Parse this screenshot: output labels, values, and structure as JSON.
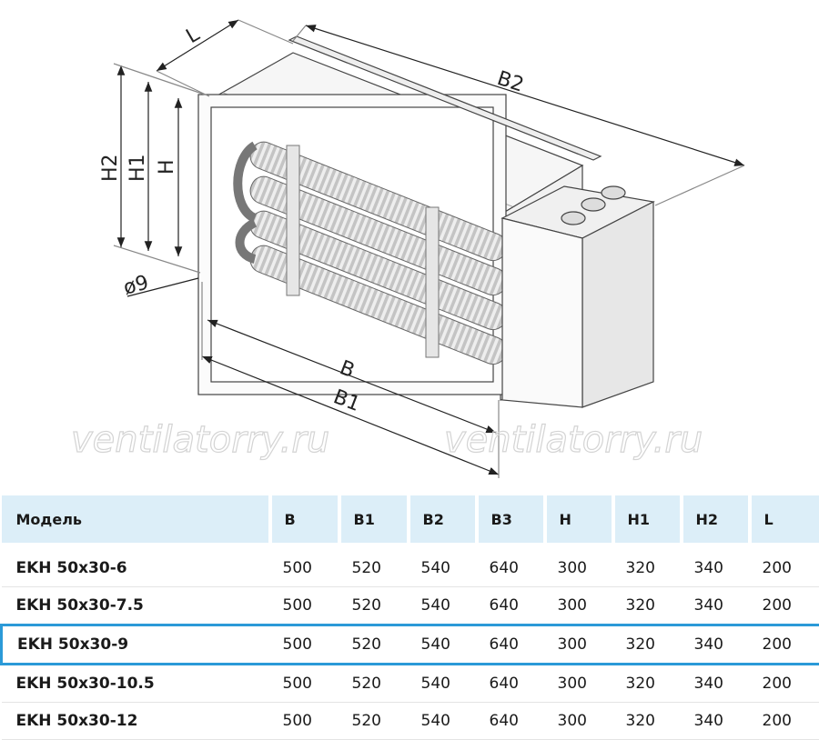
{
  "drawing": {
    "labels": {
      "L": "L",
      "B2": "B2",
      "H2": "H2",
      "H1": "H1",
      "H": "H",
      "d9": "ø9",
      "B": "B",
      "B1": "B1"
    },
    "watermark": [
      "ventilatorry.ru",
      "ventilatorry.ru"
    ]
  },
  "table": {
    "headers": [
      "Модель",
      "B",
      "B1",
      "B2",
      "B3",
      "H",
      "H1",
      "H2",
      "L"
    ],
    "rows": [
      [
        "EKH 50x30-6",
        "500",
        "520",
        "540",
        "640",
        "300",
        "320",
        "340",
        "200"
      ],
      [
        "EKH 50x30-7.5",
        "500",
        "520",
        "540",
        "640",
        "300",
        "320",
        "340",
        "200"
      ],
      [
        "EKH 50x30-9",
        "500",
        "520",
        "540",
        "640",
        "300",
        "320",
        "340",
        "200"
      ],
      [
        "EKH 50x30-10.5",
        "500",
        "520",
        "540",
        "640",
        "300",
        "320",
        "340",
        "200"
      ],
      [
        "EKH 50x30-12",
        "500",
        "520",
        "540",
        "640",
        "300",
        "320",
        "340",
        "200"
      ]
    ],
    "highlighted_row": 2,
    "highlight_color": "#2b9ad8",
    "header_bg": "#dceef8"
  }
}
